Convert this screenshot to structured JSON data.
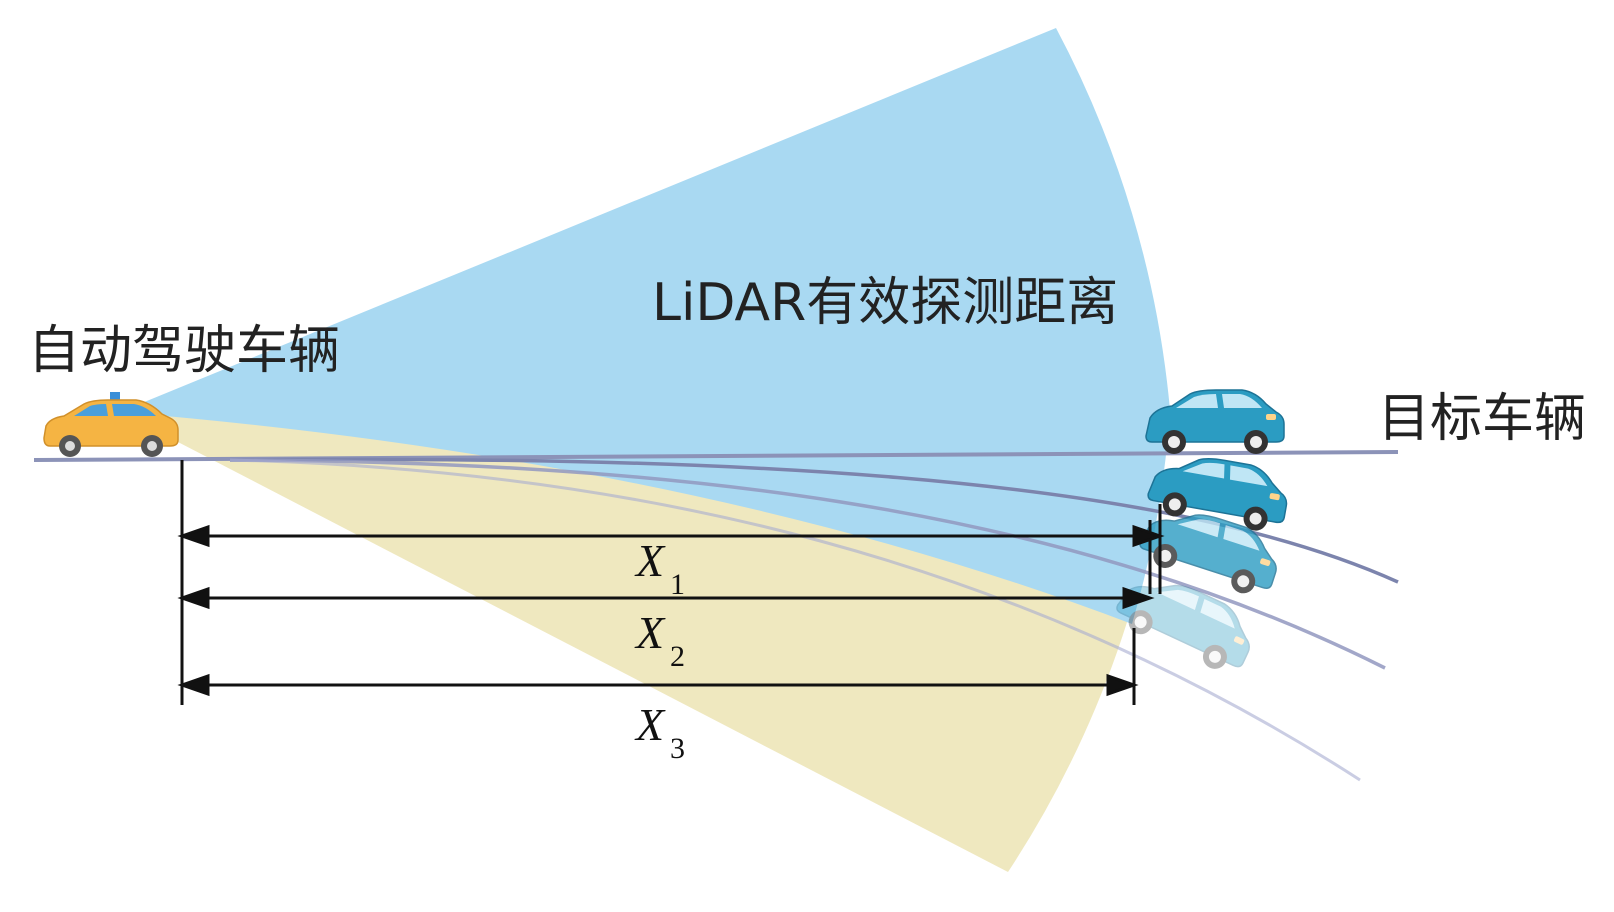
{
  "labels": {
    "ego_vehicle": "自动驾驶车辆",
    "lidar_range": "LiDAR有效探测距离",
    "target_vehicle": "目标车辆"
  },
  "distances": [
    {
      "var": "X",
      "sub": "1"
    },
    {
      "var": "X",
      "sub": "2"
    },
    {
      "var": "X",
      "sub": "3"
    }
  ],
  "colors": {
    "lidar_fan": "#a9d9f2",
    "blind_fan": "#efe8bf",
    "road": "#8c93b8",
    "ego_car": "#f5b443",
    "target_car": "#2b9cc2",
    "dimension_line": "#111111"
  },
  "icons": {
    "ego_vehicle": "taxi-car-icon",
    "target_vehicle": "hatchback-car-icon"
  }
}
